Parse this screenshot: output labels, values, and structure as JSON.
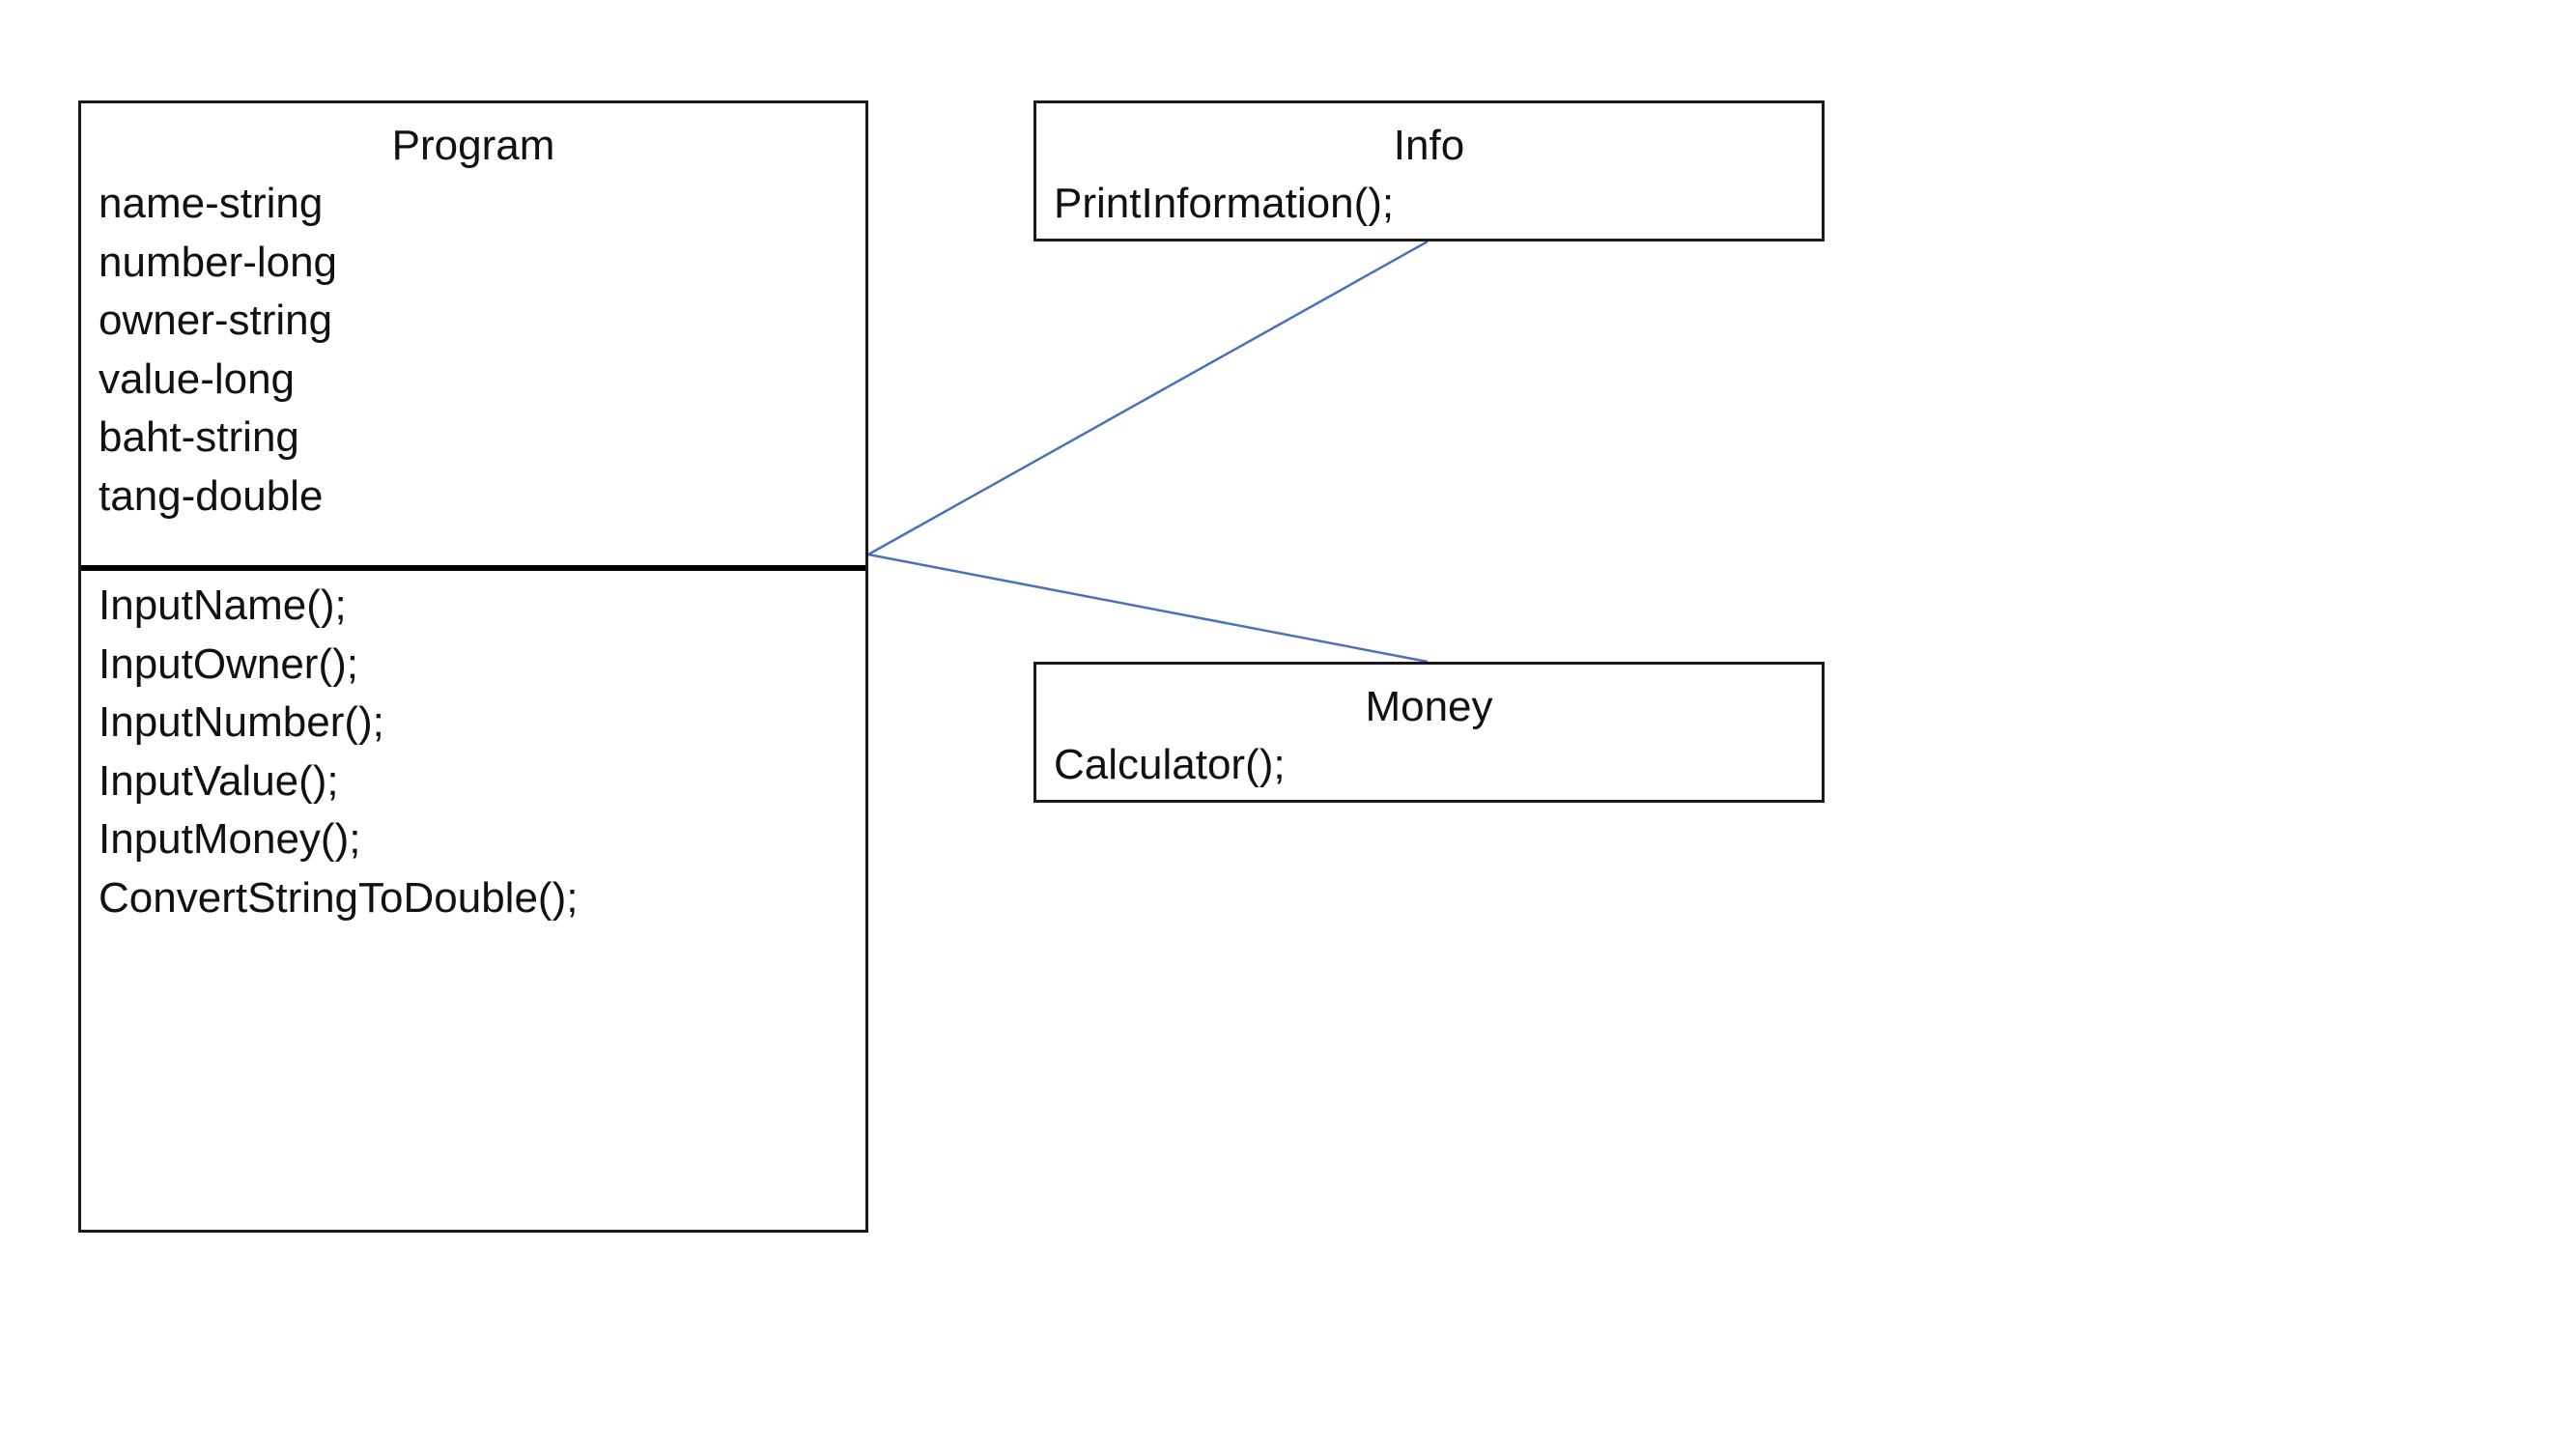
{
  "classes": {
    "program": {
      "name": "Program",
      "attributes": [
        "name-string",
        "number-long",
        "owner-string",
        "value-long",
        "baht-string",
        "tang-double"
      ],
      "methods": [
        "InputName();",
        "InputOwner();",
        "InputNumber();",
        "InputValue();",
        "InputMoney();",
        "ConvertStringToDouble();"
      ]
    },
    "info": {
      "name": "Info",
      "methods": [
        "PrintInformation();"
      ]
    },
    "money": {
      "name": "Money",
      "methods": [
        "Calculator();"
      ]
    }
  },
  "connector_color": "#4a72b8"
}
